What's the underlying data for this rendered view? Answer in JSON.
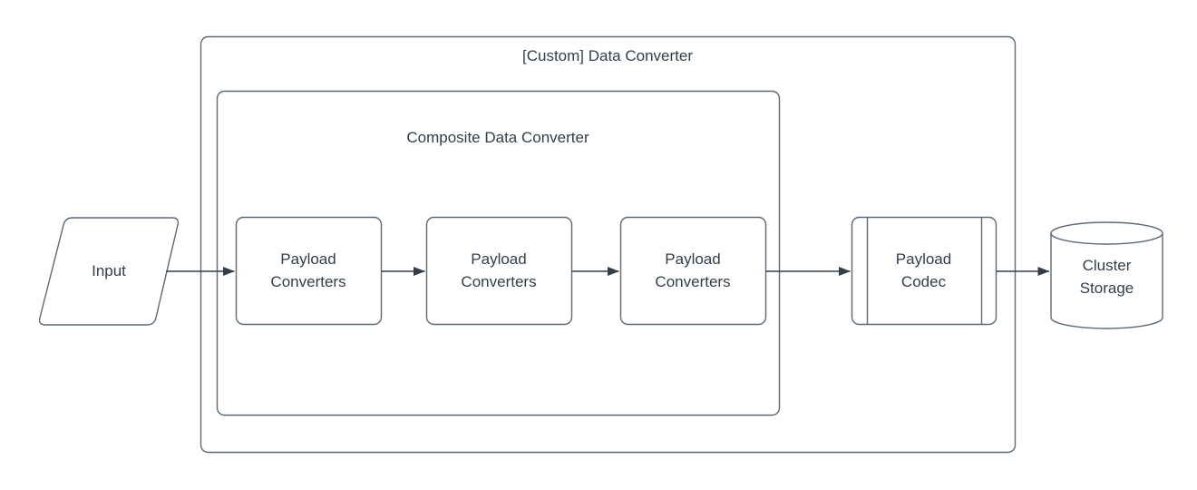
{
  "diagram": {
    "outer_group_title": "[Custom] Data Converter",
    "inner_group_title": "Composite Data Converter",
    "nodes": {
      "input": {
        "label": "Input",
        "shape": "parallelogram"
      },
      "payload_converter_1": {
        "label": "Payload Converters",
        "shape": "rounded-rectangle"
      },
      "payload_converter_2": {
        "label": "Payload Converters",
        "shape": "rounded-rectangle"
      },
      "payload_converter_3": {
        "label": "Payload Converters",
        "shape": "rounded-rectangle"
      },
      "payload_codec": {
        "label": "Payload Codec",
        "shape": "predefined-process"
      },
      "cluster_storage": {
        "label": "Cluster Storage",
        "shape": "cylinder"
      }
    },
    "edges": [
      {
        "from": "input",
        "to": "payload_converter_1"
      },
      {
        "from": "payload_converter_1",
        "to": "payload_converter_2"
      },
      {
        "from": "payload_converter_2",
        "to": "payload_converter_3"
      },
      {
        "from": "payload_converter_3",
        "to": "payload_codec"
      },
      {
        "from": "payload_codec",
        "to": "cluster_storage"
      }
    ],
    "colors": {
      "shape_stroke": "#5d6974",
      "arrow": "#333e48",
      "text": "#333e48",
      "background": "#ffffff"
    }
  }
}
